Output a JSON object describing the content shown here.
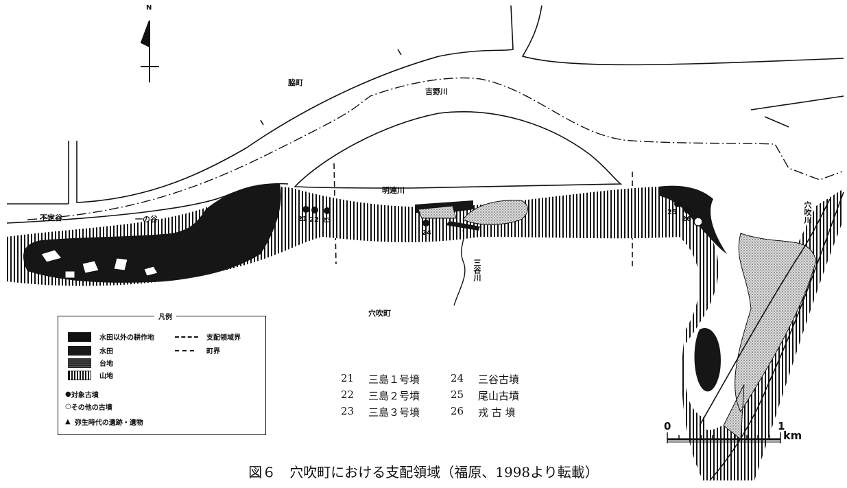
{
  "north_label": "N",
  "places": {
    "wakimachi": "脇町",
    "yoshinogawa": "吉野川",
    "myorengawa": "明連川",
    "fujodani": "不定谷",
    "ichinotani": "一の谷",
    "anabukicho": "穴吹町",
    "mitanigawa": "三谷川",
    "anabukigawa": "穴吹川"
  },
  "site_numbers": [
    "21",
    "22",
    "23",
    "24",
    "25",
    "26"
  ],
  "legend": {
    "title": "凡例",
    "items": [
      {
        "label": "水田以外の耕作地",
        "color": "#111111"
      },
      {
        "label": "水田",
        "color": "#1a1a1a"
      },
      {
        "label": "台地",
        "color": "#555555"
      },
      {
        "label": "山地"
      }
    ],
    "lines": [
      {
        "label": "支配領域界"
      },
      {
        "label": "町界"
      }
    ],
    "symbols": [
      {
        "glyph": "●",
        "label": "対象古墳"
      },
      {
        "glyph": "○",
        "label": "その他の古墳"
      },
      {
        "glyph": "▲",
        "label": "弥生時代の遺跡・遺物"
      }
    ]
  },
  "sites": [
    {
      "no": "21",
      "name": "三島１号墳"
    },
    {
      "no": "24",
      "name": "三谷古墳"
    },
    {
      "no": "22",
      "name": "三島２号墳"
    },
    {
      "no": "25",
      "name": "尾山古墳"
    },
    {
      "no": "23",
      "name": "三島３号墳"
    },
    {
      "no": "26",
      "name": "戎 古 墳"
    }
  ],
  "scale": {
    "start": "0",
    "end": "1",
    "unit": "km"
  },
  "caption": "図６　穴吹町における支配領域（福原、1998より転載）"
}
